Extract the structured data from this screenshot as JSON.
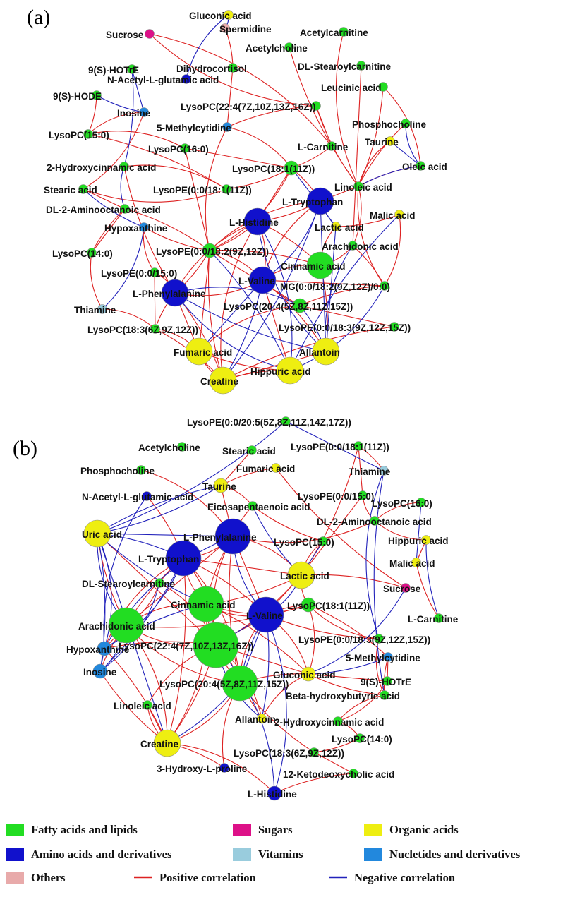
{
  "panels": [
    "(a)",
    "(b)"
  ],
  "colors": {
    "fatty": "#22dd22",
    "amino": "#1111cc",
    "sugar": "#dd1188",
    "organic": "#eeee11",
    "vitamin": "#99ccdd",
    "nucleotide": "#2288dd",
    "other": "#e8aaaa",
    "positive": "#dd2222",
    "negative": "#2222bb"
  },
  "legend": [
    {
      "label": "Fatty acids and lipids",
      "color_key": "fatty",
      "kind": "box"
    },
    {
      "label": "Sugars",
      "color_key": "sugar",
      "kind": "box"
    },
    {
      "label": "Organic acids",
      "color_key": "organic",
      "kind": "box"
    },
    {
      "label": "Amino acids and derivatives",
      "color_key": "amino",
      "kind": "box"
    },
    {
      "label": "Vitamins",
      "color_key": "vitamin",
      "kind": "box"
    },
    {
      "label": "Nucletides and derivatives",
      "color_key": "nucleotide",
      "kind": "box"
    },
    {
      "label": "Others",
      "color_key": "other",
      "kind": "box"
    },
    {
      "label": "Positive correlation",
      "color_key": "positive",
      "kind": "line"
    },
    {
      "label": "Negative correlation",
      "color_key": "negative",
      "kind": "line"
    }
  ],
  "network_a": {
    "nodes": [
      {
        "label": "Gluconic acid",
        "cat": "organic",
        "size": "s"
      },
      {
        "label": "Sucrose",
        "cat": "sugar",
        "size": "s"
      },
      {
        "label": "Spermidine",
        "cat": "other",
        "size": "s"
      },
      {
        "label": "Acetylcarnitine",
        "cat": "fatty",
        "size": "s"
      },
      {
        "label": "Acetylcholine",
        "cat": "fatty",
        "size": "s"
      },
      {
        "label": "9(S)-HOTrE",
        "cat": "fatty",
        "size": "s"
      },
      {
        "label": "Dihydrocortisol",
        "cat": "fatty",
        "size": "s"
      },
      {
        "label": "DL-Stearoylcarnitine",
        "cat": "fatty",
        "size": "s"
      },
      {
        "label": "N-Acetyl-L-glutamic acid",
        "cat": "amino",
        "size": "s"
      },
      {
        "label": "Leucinic acid",
        "cat": "fatty",
        "size": "s"
      },
      {
        "label": "9(S)-HODE",
        "cat": "fatty",
        "size": "s"
      },
      {
        "label": "LysoPC(22:4(7Z,10Z,13Z,16Z))",
        "cat": "fatty",
        "size": "s"
      },
      {
        "label": "Inosine",
        "cat": "nucleotide",
        "size": "s"
      },
      {
        "label": "Phosphocholine",
        "cat": "fatty",
        "size": "s"
      },
      {
        "label": "LysoPC(15:0)",
        "cat": "fatty",
        "size": "s"
      },
      {
        "label": "5-Methylcytidine",
        "cat": "nucleotide",
        "size": "s"
      },
      {
        "label": "LysoPC(16:0)",
        "cat": "fatty",
        "size": "s"
      },
      {
        "label": "L-Carnitine",
        "cat": "fatty",
        "size": "s"
      },
      {
        "label": "Taurine",
        "cat": "organic",
        "size": "s"
      },
      {
        "label": "2-Hydroxycinnamic acid",
        "cat": "fatty",
        "size": "s"
      },
      {
        "label": "LysoPC(18:1(11Z))",
        "cat": "fatty",
        "size": "m"
      },
      {
        "label": "Oleic acid",
        "cat": "fatty",
        "size": "s"
      },
      {
        "label": "Stearic acid",
        "cat": "fatty",
        "size": "s"
      },
      {
        "label": "LysoPE(0:0/18:1(11Z))",
        "cat": "fatty",
        "size": "s"
      },
      {
        "label": "Linoleic acid",
        "cat": "fatty",
        "size": "s"
      },
      {
        "label": "L-Tryptophan",
        "cat": "amino",
        "size": "l"
      },
      {
        "label": "DL-2-Aminooctanoic acid",
        "cat": "fatty",
        "size": "s"
      },
      {
        "label": "Malic acid",
        "cat": "organic",
        "size": "s"
      },
      {
        "label": "Hypoxanthine",
        "cat": "nucleotide",
        "size": "s"
      },
      {
        "label": "L-Histidine",
        "cat": "amino",
        "size": "l"
      },
      {
        "label": "Lactic acid",
        "cat": "organic",
        "size": "s"
      },
      {
        "label": "LysoPC(14:0)",
        "cat": "fatty",
        "size": "s"
      },
      {
        "label": "LysoPE(0:0/18:2(9Z,12Z))",
        "cat": "fatty",
        "size": "m"
      },
      {
        "label": "Arachidonic acid",
        "cat": "fatty",
        "size": "s"
      },
      {
        "label": "LysoPE(0:0/15:0)",
        "cat": "fatty",
        "size": "s"
      },
      {
        "label": "Cinnamic acid",
        "cat": "fatty",
        "size": "l"
      },
      {
        "label": "L-Valine",
        "cat": "amino",
        "size": "l"
      },
      {
        "label": "MG(0:0/18:2(9Z,12Z)/0:0)",
        "cat": "fatty",
        "size": "s"
      },
      {
        "label": "L-Phenylalanine",
        "cat": "amino",
        "size": "l"
      },
      {
        "label": "LysoPC(20:4(5Z,8Z,11Z,15Z))",
        "cat": "fatty",
        "size": "m"
      },
      {
        "label": "Thiamine",
        "cat": "vitamin",
        "size": "s"
      },
      {
        "label": "LysoPC(18:3(6Z,9Z,12Z))",
        "cat": "fatty",
        "size": "s"
      },
      {
        "label": "LysoPE(0:0/18:3(9Z,12Z,15Z))",
        "cat": "fatty",
        "size": "s"
      },
      {
        "label": "Fumaric acid",
        "cat": "organic",
        "size": "l"
      },
      {
        "label": "Allantoin",
        "cat": "organic",
        "size": "l"
      },
      {
        "label": "Hippuric acid",
        "cat": "organic",
        "size": "l"
      },
      {
        "label": "Creatine",
        "cat": "organic",
        "size": "l"
      }
    ]
  },
  "network_b": {
    "nodes": [
      {
        "label": "LysoPE(0:0/20:5(5Z,8Z,11Z,14Z,17Z))",
        "cat": "fatty",
        "size": "s"
      },
      {
        "label": "Acetylcholine",
        "cat": "fatty",
        "size": "s"
      },
      {
        "label": "Stearic acid",
        "cat": "fatty",
        "size": "s"
      },
      {
        "label": "LysoPE(0:0/18:1(11Z))",
        "cat": "fatty",
        "size": "s"
      },
      {
        "label": "Fumaric acid",
        "cat": "organic",
        "size": "s"
      },
      {
        "label": "Thiamine",
        "cat": "vitamin",
        "size": "s"
      },
      {
        "label": "Phosphocholine",
        "cat": "fatty",
        "size": "s"
      },
      {
        "label": "LysoPE(0:0/15:0)",
        "cat": "fatty",
        "size": "s"
      },
      {
        "label": "Taurine",
        "cat": "organic",
        "size": "m"
      },
      {
        "label": "N-Acetyl-L-glutamic acid",
        "cat": "amino",
        "size": "s"
      },
      {
        "label": "LysoPC(16:0)",
        "cat": "fatty",
        "size": "s"
      },
      {
        "label": "Eicosapentaenoic acid",
        "cat": "fatty",
        "size": "s"
      },
      {
        "label": "DL-2-Aminooctanoic acid",
        "cat": "fatty",
        "size": "s"
      },
      {
        "label": "Uric acid",
        "cat": "organic",
        "size": "l"
      },
      {
        "label": "L-Phenylalanine",
        "cat": "amino",
        "size": "xl"
      },
      {
        "label": "LysoPC(15:0)",
        "cat": "fatty",
        "size": "s"
      },
      {
        "label": "Hippuric acid",
        "cat": "organic",
        "size": "s"
      },
      {
        "label": "Malic acid",
        "cat": "organic",
        "size": "s"
      },
      {
        "label": "L-Tryptophan",
        "cat": "amino",
        "size": "xl"
      },
      {
        "label": "Lactic acid",
        "cat": "organic",
        "size": "l"
      },
      {
        "label": "DL-Stearoylcarnitine",
        "cat": "fatty",
        "size": "s"
      },
      {
        "label": "Sucrose",
        "cat": "sugar",
        "size": "s"
      },
      {
        "label": "Cinnamic acid",
        "cat": "fatty",
        "size": "xl"
      },
      {
        "label": "LysoPC(18:1(11Z))",
        "cat": "fatty",
        "size": "m"
      },
      {
        "label": "L-Carnitine",
        "cat": "fatty",
        "size": "s"
      },
      {
        "label": "Arachidonic acid",
        "cat": "fatty",
        "size": "xl"
      },
      {
        "label": "L-Valine",
        "cat": "amino",
        "size": "xl"
      },
      {
        "label": "LysoPE(0:0/18:3(9Z,12Z,15Z))",
        "cat": "fatty",
        "size": "s"
      },
      {
        "label": "Hypoxanthine",
        "cat": "nucleotide",
        "size": "m"
      },
      {
        "label": "LysoPC(22:4(7Z,10Z,13Z,16Z))",
        "cat": "fatty",
        "size": "xxl"
      },
      {
        "label": "5-Methylcytidine",
        "cat": "nucleotide",
        "size": "s"
      },
      {
        "label": "Gluconic acid",
        "cat": "organic",
        "size": "m"
      },
      {
        "label": "9(S)-HOTrE",
        "cat": "fatty",
        "size": "s"
      },
      {
        "label": "Inosine",
        "cat": "nucleotide",
        "size": "m"
      },
      {
        "label": "Beta-hydroxybutyric acid",
        "cat": "fatty",
        "size": "s"
      },
      {
        "label": "LysoPC(20:4(5Z,8Z,11Z,15Z))",
        "cat": "fatty",
        "size": "xl"
      },
      {
        "label": "2-Hydroxycinnamic acid",
        "cat": "fatty",
        "size": "s"
      },
      {
        "label": "Linoleic acid",
        "cat": "fatty",
        "size": "s"
      },
      {
        "label": "Allantoin",
        "cat": "organic",
        "size": "s"
      },
      {
        "label": "LysoPC(14:0)",
        "cat": "fatty",
        "size": "s"
      },
      {
        "label": "Creatine",
        "cat": "organic",
        "size": "l"
      },
      {
        "label": "LysoPC(18:3(6Z,9Z,12Z))",
        "cat": "fatty",
        "size": "s"
      },
      {
        "label": "3-Hydroxy-L-proline",
        "cat": "amino",
        "size": "s"
      },
      {
        "label": "12-Ketodeoxycholic acid",
        "cat": "fatty",
        "size": "s"
      },
      {
        "label": "L-Histidine",
        "cat": "amino",
        "size": "m"
      }
    ]
  }
}
